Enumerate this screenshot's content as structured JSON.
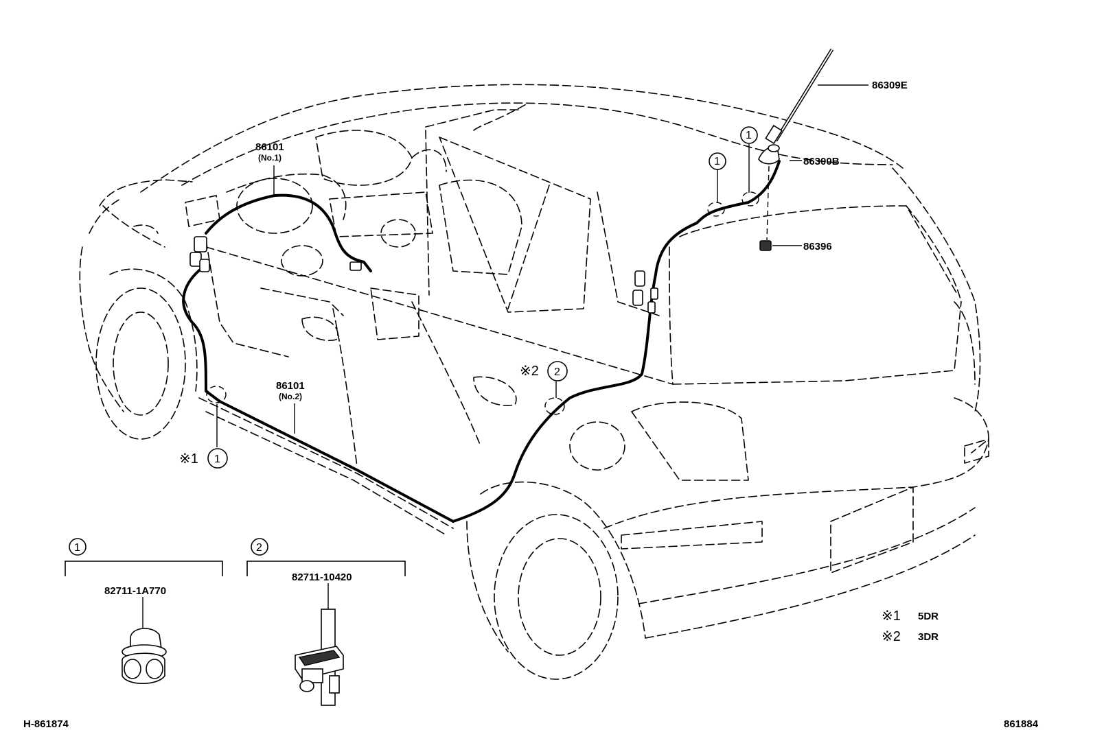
{
  "callouts": {
    "antenna_rod": "86309E",
    "antenna_base": "86300B",
    "antenna_pad": "86396",
    "cord_no1_part": "86101",
    "cord_no1_sub": "(No.1)",
    "cord_no2_part": "86101",
    "cord_no2_sub": "(No.2)"
  },
  "markers": {
    "clip1": "1",
    "clip2": "2",
    "note1_symbol": "※1",
    "note2_symbol": "※2"
  },
  "detail_clip1": {
    "number": "1",
    "part": "82711-1A770"
  },
  "detail_clip2": {
    "number": "2",
    "part": "82711-10420"
  },
  "legend": [
    {
      "symbol": "※1",
      "text": "5DR"
    },
    {
      "symbol": "※2",
      "text": "3DR"
    }
  ],
  "footer": {
    "left_code": "H-861874",
    "right_code": "861884"
  }
}
